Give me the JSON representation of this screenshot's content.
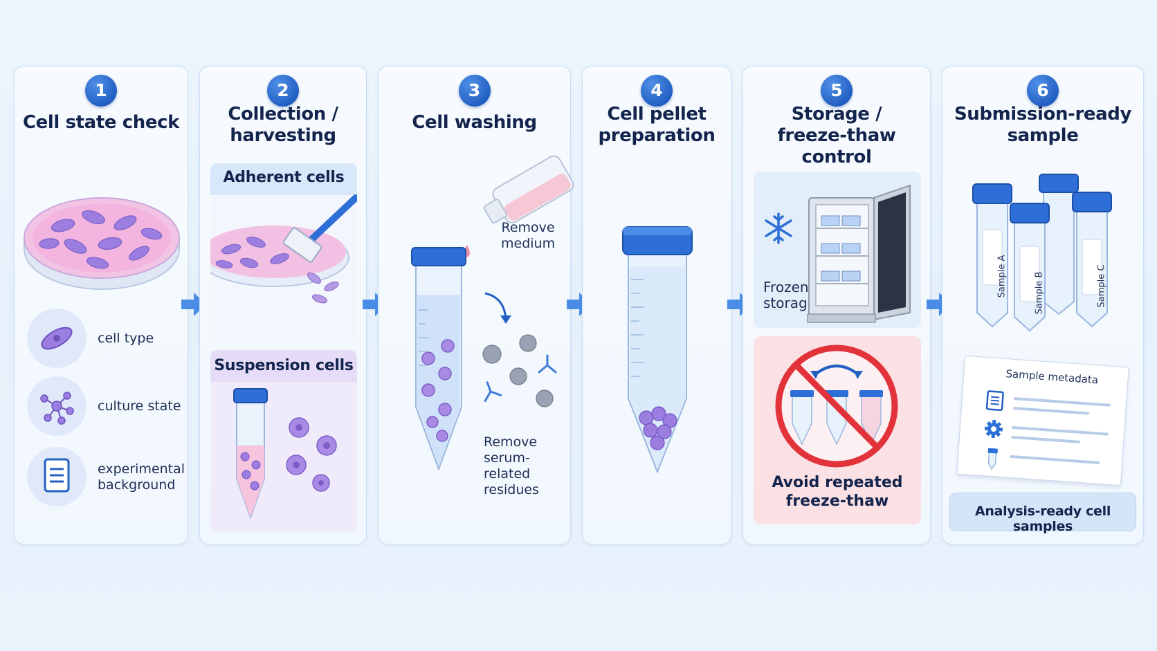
{
  "steps": [
    {
      "number": "1",
      "title_lines": [
        "Cell state check"
      ]
    },
    {
      "number": "2",
      "title_lines": [
        "Collection /",
        "harvesting"
      ]
    },
    {
      "number": "3",
      "title_lines": [
        "Cell washing"
      ]
    },
    {
      "number": "4",
      "title_lines": [
        "Cell pellet",
        "preparation"
      ]
    },
    {
      "number": "5",
      "title_lines": [
        "Storage /",
        "freeze-thaw control"
      ]
    },
    {
      "number": "6",
      "title_lines": [
        "Submission-ready",
        "sample"
      ]
    }
  ],
  "step1": {
    "items": [
      {
        "label": "cell type",
        "icon": "cell-icon"
      },
      {
        "label": "culture state",
        "icon": "network-icon"
      },
      {
        "label_lines": [
          "experimental",
          "background"
        ],
        "icon": "document-icon"
      }
    ]
  },
  "step2": {
    "adherent_label": "Adherent cells",
    "suspension_label": "Suspension cells"
  },
  "step3": {
    "remove_medium_lines": [
      "Remove",
      "medium"
    ],
    "remove_residues_lines": [
      "Remove",
      "serum-related",
      "residues"
    ]
  },
  "step5": {
    "frozen_lines": [
      "Frozen",
      "storage"
    ],
    "avoid_lines": [
      "Avoid repeated",
      "freeze-thaw"
    ]
  },
  "step6": {
    "tube_labels": [
      "Sample A",
      "Sample B",
      "Sample C"
    ],
    "metadata_title": "Sample metadata",
    "footer": "Analysis-ready cell samples"
  },
  "colors": {
    "accent": "#2360c4",
    "cap_blue": "#2d6fd6",
    "cell_purple": "#9b7ee0",
    "dish_pink": "#f2b7df",
    "warning_red": "#e2323a",
    "panel_border": "#c9def5"
  }
}
